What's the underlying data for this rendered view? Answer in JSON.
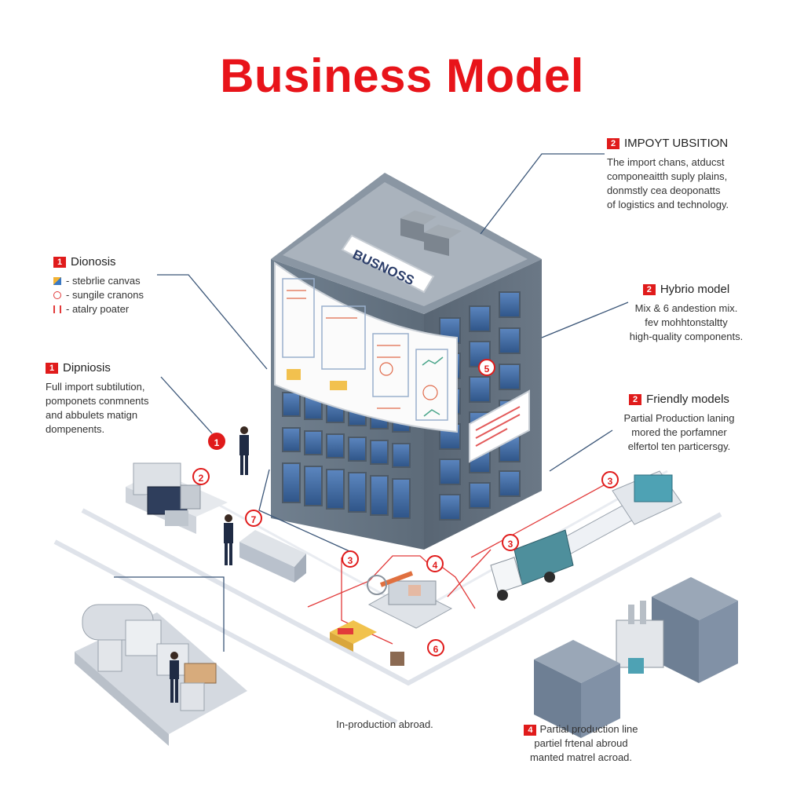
{
  "title": "Business Model",
  "building_sign": "BUSNOSS",
  "callouts": {
    "import_substitution": {
      "num": "2",
      "heading": "IMPOYT UBSITION",
      "lines": [
        "The import chans, atducst",
        "componeaitth suply plains,",
        "donmstly cea deoponatts",
        "of logistics and technology."
      ]
    },
    "hybrid_model": {
      "num": "2",
      "heading": "Hybrio model",
      "lines": [
        "Mix & 6 andestion mix.",
        "fev mohhtonstaltty",
        "high-quality components."
      ]
    },
    "friendly_models": {
      "num": "2",
      "heading": "Friendly models",
      "lines": [
        "Partial Production laning",
        "mored the porfamner",
        "elfertol ten particersgy."
      ]
    },
    "dionosis": {
      "num": "1",
      "heading": "Dionosis",
      "bullets": [
        "- stebrlie canvas",
        "- sungile cranons",
        "- atalry poater"
      ],
      "bullet_icons": [
        "canvas-icon",
        "target-icon",
        "poster-icon"
      ]
    },
    "dipniosis": {
      "num": "1",
      "heading": "Dipniosis",
      "lines": [
        "Full import subtilution,",
        "pomponets conmnents",
        "and abbulets matign",
        "dompenents."
      ]
    }
  },
  "footers": {
    "left": "In-production abroad.",
    "right_num": "4",
    "right_lines": [
      "Partial production line",
      "partiel frtenal abroud",
      "manted matrel acroad."
    ]
  },
  "markers": [
    "1",
    "2",
    "7",
    "3",
    "4",
    "6",
    "3",
    "3",
    "5"
  ],
  "colors": {
    "accent": "#e8141a",
    "building": "#6b7a8a",
    "glass": "#3f6aa0",
    "line": "#3b5678"
  }
}
